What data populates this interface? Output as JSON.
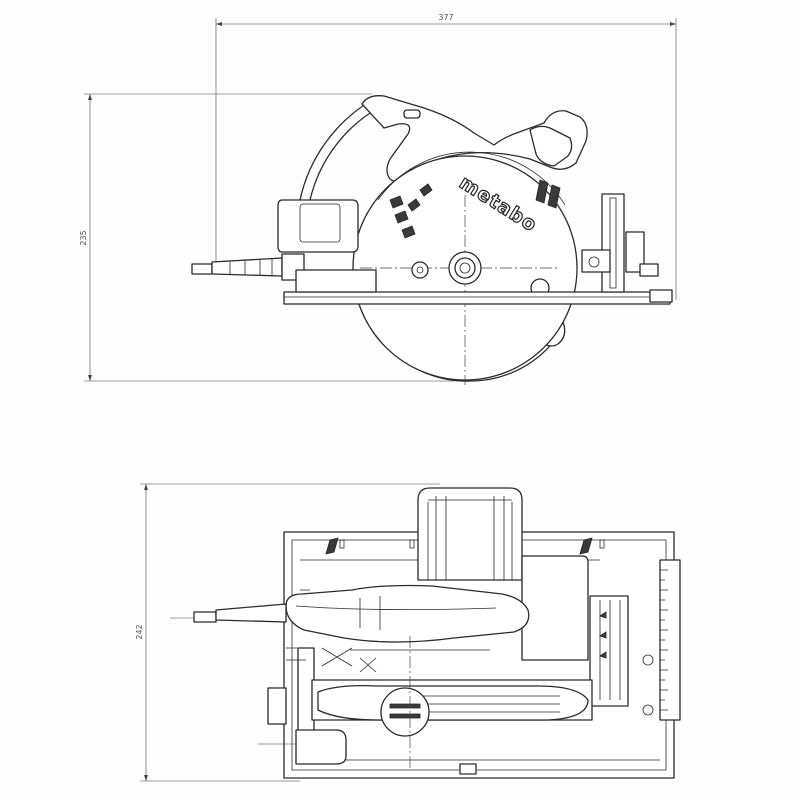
{
  "dimensions": {
    "overall_length": "377",
    "side_height": "235",
    "top_width": "242"
  },
  "brand": {
    "logo_text": "metabo"
  },
  "colors": {
    "line": "#2a2a2a",
    "background": "#fdfdfd"
  }
}
